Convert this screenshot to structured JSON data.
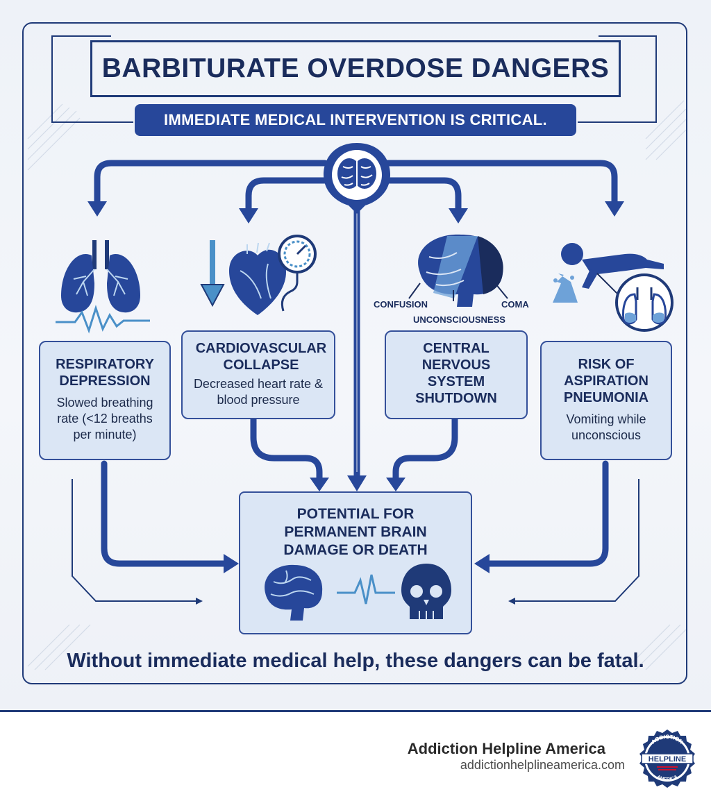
{
  "title": "BARBITURATE OVERDOSE DANGERS",
  "banner": "IMMEDIATE MEDICAL INTERVENTION IS CRITICAL.",
  "cards": [
    {
      "heading": "RESPIRATORY DEPRESSION",
      "detail": "Slowed breathing rate (<12 breaths per minute)"
    },
    {
      "heading": "CARDIOVASCULAR COLLAPSE",
      "detail": "Decreased heart rate & blood pressure"
    },
    {
      "heading": "CENTRAL NERVOUS SYSTEM SHUTDOWN",
      "detail": ""
    },
    {
      "heading": "RISK OF ASPIRATION PNEUMONIA",
      "detail": "Vomiting while unconscious"
    }
  ],
  "cns_labels": {
    "confusion": "CONFUSION",
    "unconsciousness": "UNCONSCIOUSNESS",
    "coma": "COMA"
  },
  "outcome": "POTENTIAL FOR PERMANENT BRAIN DAMAGE OR DEATH",
  "footer": "Without immediate medical help, these dangers can be fatal.",
  "brand": {
    "name": "Addiction Helpline America",
    "url": "addictionhelplineamerica.com",
    "badge_top": "ADDICTION",
    "badge_mid": "HELPLINE",
    "badge_bottom": "AMERICA"
  },
  "colors": {
    "navy": "#1f3a78",
    "card_fill": "#dbe6f5",
    "accent": "#27479a",
    "teal": "#4a90c8"
  }
}
